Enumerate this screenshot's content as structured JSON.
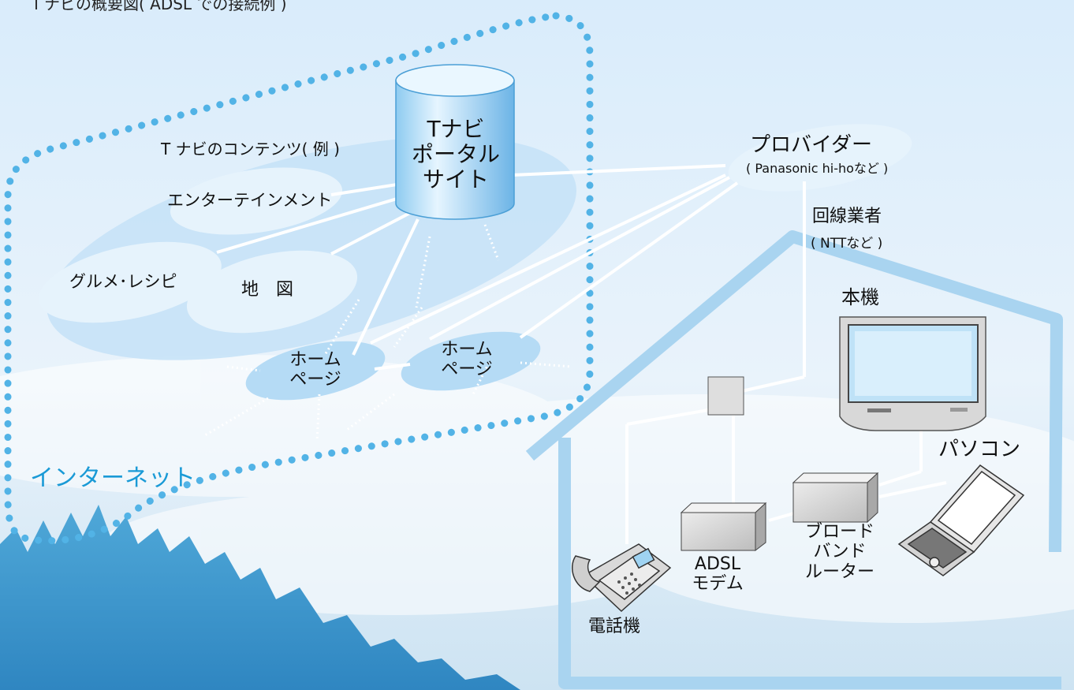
{
  "title": "Ｔナビの概要図( ADSL での接続例 )",
  "internet_label": "インターネット",
  "portal": {
    "line1": "Tナビ",
    "line2": "ポータル",
    "line3": "サイト"
  },
  "contents": {
    "heading": "T ナビのコンテンツ( 例 )",
    "entertainment": "エンターテインメント",
    "gourmet": "グルメ･レシピ",
    "map": "地　図"
  },
  "homepages": [
    {
      "line1": "ホーム",
      "line2": "ページ"
    },
    {
      "line1": "ホーム",
      "line2": "ページ"
    }
  ],
  "provider": {
    "name": "プロバイダー",
    "example": "( Panasonic hi-hoなど )"
  },
  "carrier": {
    "name": "回線業者",
    "example": "( NTTなど )"
  },
  "devices": {
    "tv": "本機",
    "pc": "パソコン",
    "phone": "電話機",
    "modem": {
      "line1": "ADSL",
      "line2": "モデム"
    },
    "router": {
      "line1": "ブロード",
      "line2": "バンド",
      "line3": "ルーター"
    }
  },
  "colors": {
    "accent_blue": "#1a9ad6",
    "ellipse_fill": "#c7e2f7",
    "dot_blue": "#52b3e6"
  }
}
